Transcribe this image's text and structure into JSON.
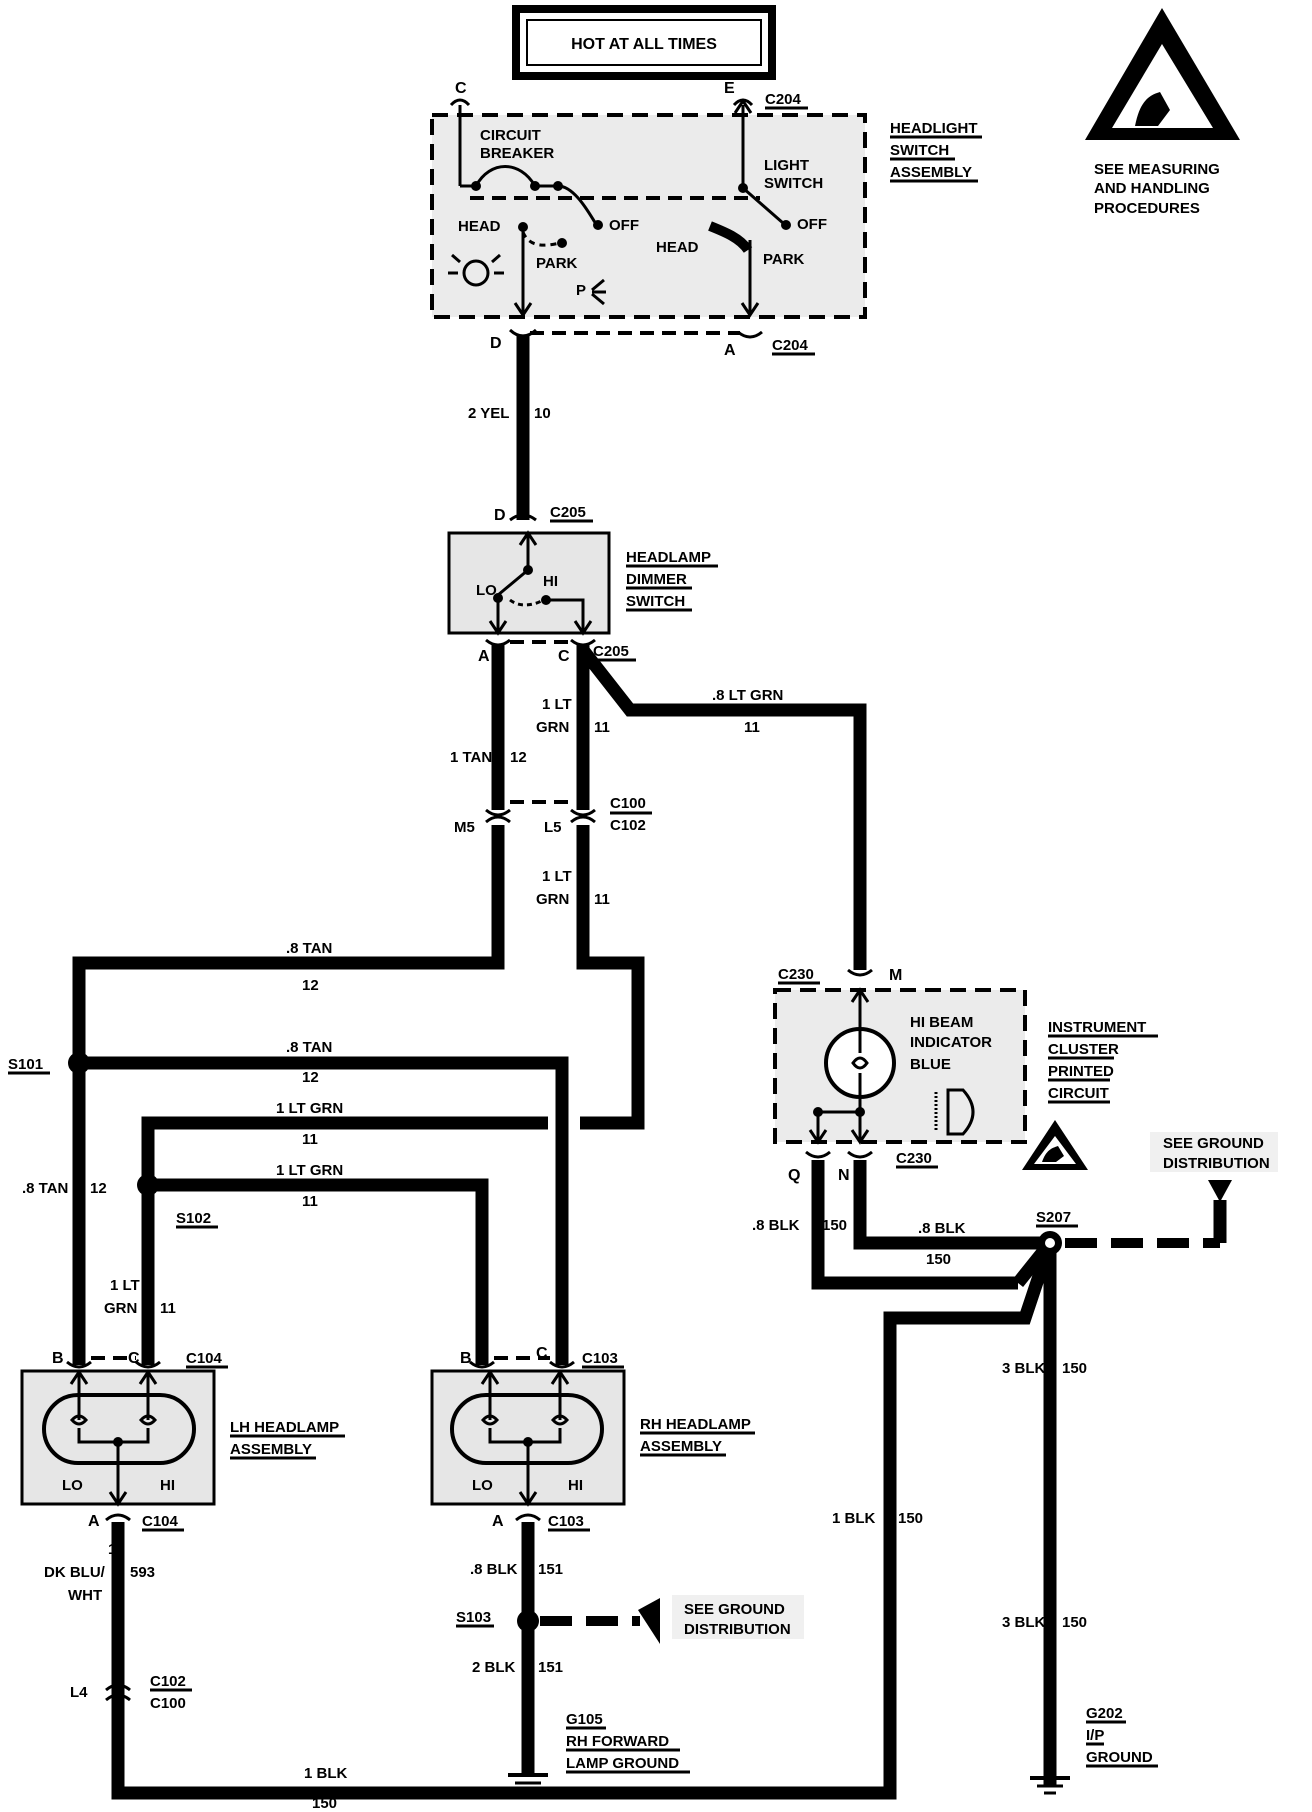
{
  "hot_box": "HOT AT ALL TIMES",
  "esd_note": [
    "SEE MEASURING",
    "AND HANDLING",
    "PROCEDURES"
  ],
  "headlight_switch": {
    "title": [
      "HEADLIGHT",
      "SWITCH",
      "ASSEMBLY"
    ],
    "pin_c": "C",
    "pin_e": "E",
    "conn_top": "C204",
    "pin_d": "D",
    "pin_a": "A",
    "conn_bottom": "C204",
    "circuit_breaker": [
      "CIRCUIT",
      "BREAKER"
    ],
    "light_switch": [
      "LIGHT",
      "SWITCH"
    ],
    "head": "HEAD",
    "park": "PARK",
    "off": "OFF",
    "p_label": "P",
    "head2": "HEAD",
    "park2": "PARK",
    "off2": "OFF"
  },
  "wire_yel": {
    "gauge": "2 YEL",
    "circuit": "10"
  },
  "dimmer": {
    "title": [
      "HEADLAMP",
      "DIMMER",
      "SWITCH"
    ],
    "pin_d": "D",
    "conn_top": "C205",
    "lo": "LO",
    "hi": "HI",
    "pin_a": "A",
    "pin_c": "C",
    "conn_bottom": "C205"
  },
  "wire_ltgrn_cluster": {
    "gauge": ".8 LT GRN",
    "circuit": "11"
  },
  "wire_tan_1": {
    "gauge": "1 TAN",
    "circuit": "12"
  },
  "wire_ltgrn_1": {
    "gauge": [
      "1 LT",
      "GRN"
    ],
    "circuit": "11"
  },
  "conn_c100": {
    "m5": "M5",
    "l5": "L5",
    "top": "C100",
    "bottom": "C102"
  },
  "wire_ltgrn_2": {
    "gauge": [
      "1 LT",
      "GRN"
    ],
    "circuit": "11"
  },
  "wire_tan_08_a": {
    "gauge": ".8 TAN",
    "circuit": "12"
  },
  "wire_tan_08_b": {
    "gauge": ".8 TAN",
    "circuit": "12"
  },
  "wire_ltgrn_a": {
    "gauge": "1 LT GRN",
    "circuit": "11"
  },
  "wire_ltgrn_b": {
    "gauge": "1 LT GRN",
    "circuit": "11"
  },
  "splice_s101": "S101",
  "splice_s102": "S102",
  "wire_tan_lh": {
    "gauge": ".8 TAN",
    "circuit": "12"
  },
  "wire_ltgrn_lh": {
    "gauge": [
      "1 LT",
      "GRN"
    ],
    "circuit": "11"
  },
  "lh_headlamp": {
    "title": [
      "LH HEADLAMP",
      "ASSEMBLY"
    ],
    "pin_b": "B",
    "pin_c": "C",
    "conn_top": "C104",
    "lo": "LO",
    "hi": "HI",
    "pin_a": "A",
    "conn_bottom": "C104"
  },
  "rh_headlamp": {
    "title": [
      "RH HEADLAMP",
      "ASSEMBLY"
    ],
    "pin_b": "B",
    "pin_c": "C",
    "conn_top": "C103",
    "lo": "LO",
    "hi": "HI",
    "pin_a": "A",
    "conn_bottom": "C103"
  },
  "cluster": {
    "title": [
      "INSTRUMENT",
      "CLUSTER",
      "PRINTED",
      "CIRCUIT"
    ],
    "conn_top": "C230",
    "pin_m": "M",
    "indicator": [
      "HI BEAM",
      "INDICATOR",
      "BLUE"
    ],
    "pin_q": "Q",
    "pin_n": "N",
    "conn_bottom": "C230"
  },
  "ground_dist_1": [
    "SEE GROUND",
    "DISTRIBUTION"
  ],
  "ground_dist_2": [
    "SEE GROUND",
    "DISTRIBUTION"
  ],
  "wire_blk_q": {
    "gauge": ".8 BLK",
    "circuit": "150"
  },
  "wire_blk_n": {
    "gauge": ".8 BLK",
    "circuit": "150"
  },
  "splice_s207": "S207",
  "wire_3blk_a": {
    "gauge": "3 BLK",
    "circuit": "150"
  },
  "wire_3blk_b": {
    "gauge": "3 BLK",
    "circuit": "150"
  },
  "wire_1blk_v": {
    "gauge": "1 BLK",
    "circuit": "150"
  },
  "wire_dkblu": {
    "gauge": [
      "1",
      "DK BLU/",
      "WHT"
    ],
    "circuit": "593"
  },
  "conn_c102": {
    "pin": "L4",
    "top": "C102",
    "bottom": "C100"
  },
  "wire_blk_rh": {
    "gauge": ".8 BLK",
    "circuit": "151"
  },
  "splice_s103": "S103",
  "wire_2blk": {
    "gauge": "2 BLK",
    "circuit": "151"
  },
  "g105": [
    "G105",
    "RH FORWARD",
    "LAMP GROUND"
  ],
  "g202": [
    "G202",
    "I/P",
    "GROUND"
  ],
  "wire_1blk_bottom": {
    "gauge": "1 BLK",
    "circuit": "150"
  }
}
